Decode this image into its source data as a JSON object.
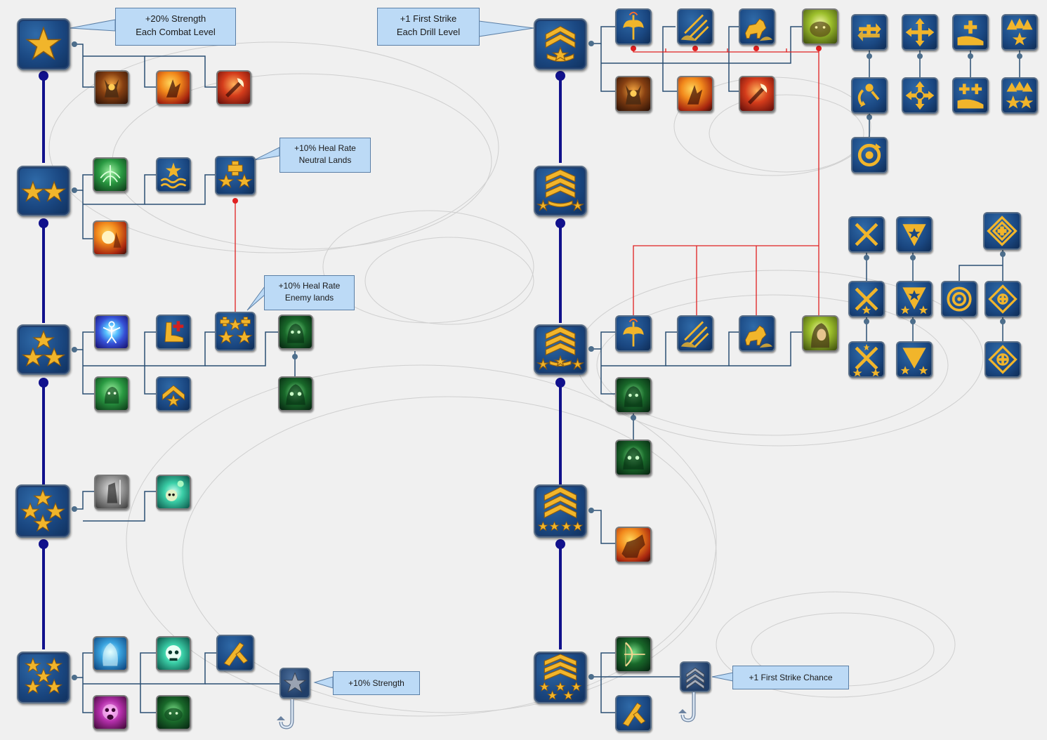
{
  "callouts": {
    "combat_strength": {
      "line1": "+20% Strength",
      "line2": "Each Combat Level"
    },
    "drill_first_strike": {
      "line1": "+1 First Strike",
      "line2": "Each Drill Level"
    },
    "heal_neutral": {
      "line1": "+10% Heal Rate",
      "line2": "Neutral Lands"
    },
    "heal_enemy": {
      "line1": "+10% Heal Rate",
      "line2": "Enemy lands"
    },
    "strength_10": {
      "line1": "+10% Strength"
    },
    "first_strike_chance": {
      "line1": "+1 First Strike Chance"
    }
  },
  "trees": {
    "combat": {
      "levels": [
        "combat-1",
        "combat-2",
        "combat-3",
        "combat-4",
        "combat-5"
      ]
    },
    "drill": {
      "levels": [
        "drill-1",
        "drill-2",
        "drill-3",
        "drill-4",
        "drill-5"
      ]
    }
  },
  "colors": {
    "background": "#f0f0f0",
    "spine": "#11118c",
    "connector": "#2a4f73",
    "requirement_link": "#e02020",
    "callout_fill": "#bcdaf6"
  }
}
